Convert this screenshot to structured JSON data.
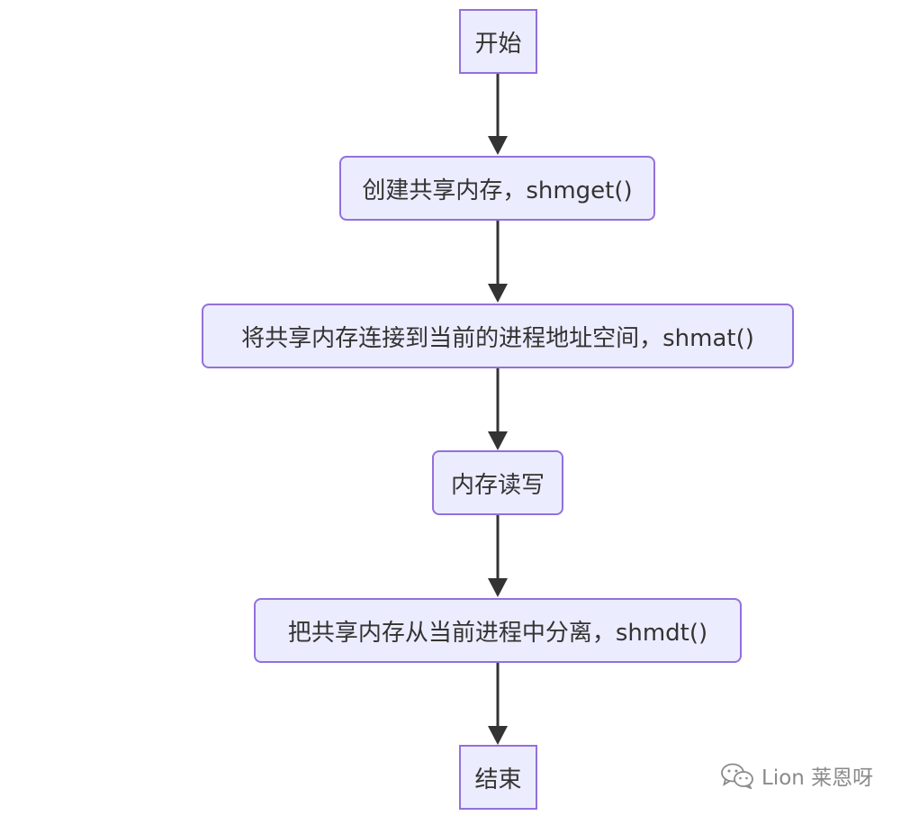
{
  "nodes": {
    "start": "开始",
    "shmget": "创建共享内存，shmget()",
    "shmat": "将共享内存连接到当前的进程地址空间，shmat()",
    "rw": "内存读写",
    "shmdt": "把共享内存从当前进程中分离，shmdt()",
    "end": "结束"
  },
  "watermark": {
    "icon": "wechat-icon",
    "text": "Lion 莱恩呀"
  },
  "colors": {
    "node_fill": "#ECECFF",
    "node_border": "#9370DB",
    "edge": "#333333"
  }
}
